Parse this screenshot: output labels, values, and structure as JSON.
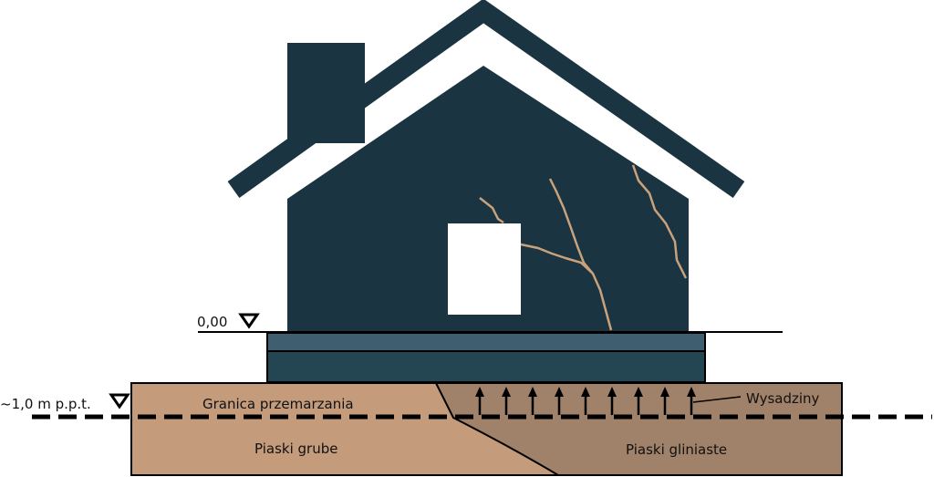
{
  "labels": {
    "ground_level": "0,00",
    "frost_depth": "~1,0 m p.p.t.",
    "frost_line": "Granica przemarzania",
    "heave": "Wysadziny",
    "soil_left": "Piaski grube",
    "soil_right": "Piaski gliniaste"
  },
  "colors": {
    "house": "#1b3441",
    "foundation_top": "#3f5f70",
    "foundation_bottom": "#244552",
    "soil_left": "#c49c7c",
    "soil_right": "#a08169",
    "cracks": "#c9a27c"
  },
  "heave_arrow_count": 9
}
